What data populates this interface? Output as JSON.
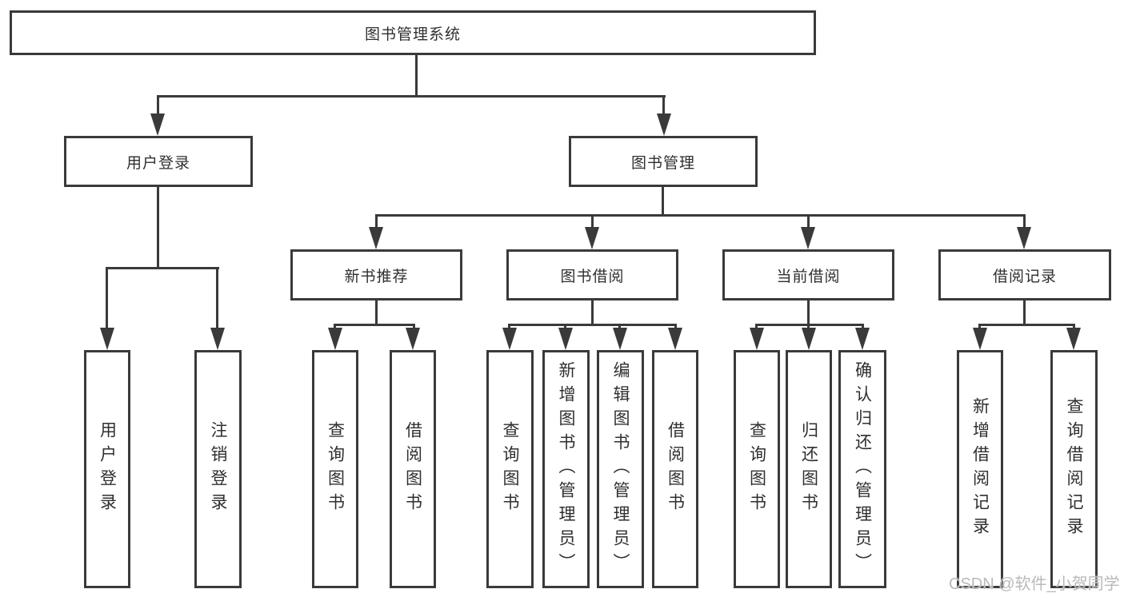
{
  "diagram": {
    "type": "tree",
    "root": {
      "label": "图书管理系统",
      "children": [
        {
          "label": "用户登录",
          "children": [
            {
              "label": "用户登录"
            },
            {
              "label": "注销登录"
            }
          ]
        },
        {
          "label": "图书管理",
          "children": [
            {
              "label": "新书推荐",
              "children": [
                {
                  "label": "查询图书"
                },
                {
                  "label": "借阅图书"
                }
              ]
            },
            {
              "label": "图书借阅",
              "children": [
                {
                  "label": "查询图书"
                },
                {
                  "label": "新增图书（管理员）"
                },
                {
                  "label": "编辑图书（管理员）"
                },
                {
                  "label": "借阅图书"
                }
              ]
            },
            {
              "label": "当前借阅",
              "children": [
                {
                  "label": "查询图书"
                },
                {
                  "label": "归还图书"
                },
                {
                  "label": "确认归还（管理员）"
                }
              ]
            },
            {
              "label": "借阅记录",
              "children": [
                {
                  "label": "新增借阅记录"
                },
                {
                  "label": "查询借阅记录"
                }
              ]
            }
          ]
        }
      ]
    },
    "watermark": {
      "text": "CSDN @软件_小贺同学"
    },
    "colors": {
      "line": "#3a3a3a",
      "text": "#2f2f2f",
      "watermark": "#b9b9b9",
      "background": "#ffffff"
    }
  }
}
